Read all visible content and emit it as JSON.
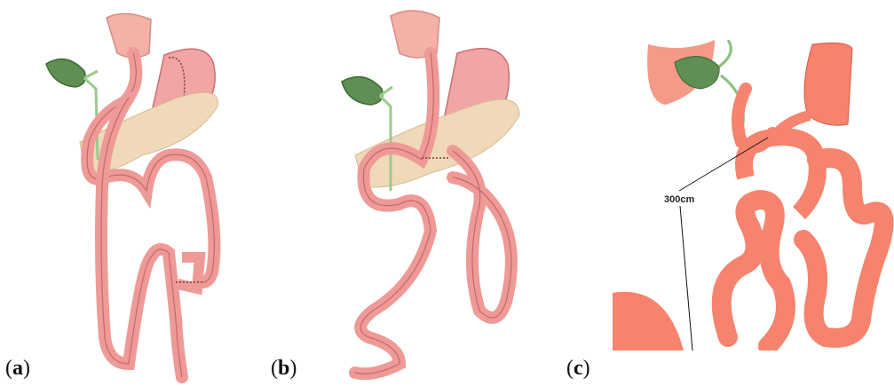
{
  "panels": [
    {
      "id": "a",
      "label": "a"
    },
    {
      "id": "b",
      "label": "b"
    },
    {
      "id": "c",
      "label": "c"
    }
  ],
  "annotations": {
    "measure_label": "300cm"
  },
  "colors": {
    "intestine": "#ee9a97",
    "intestine_dark": "#c9676a",
    "stomach": "#f0a3a3",
    "pancreas": "#efd9b8",
    "gallbladder": "#5f8f52",
    "bile_duct": "#9acb8e",
    "panel_c_bowel": "#f6836d",
    "panel_c_bowel_dark": "#d85a48"
  }
}
